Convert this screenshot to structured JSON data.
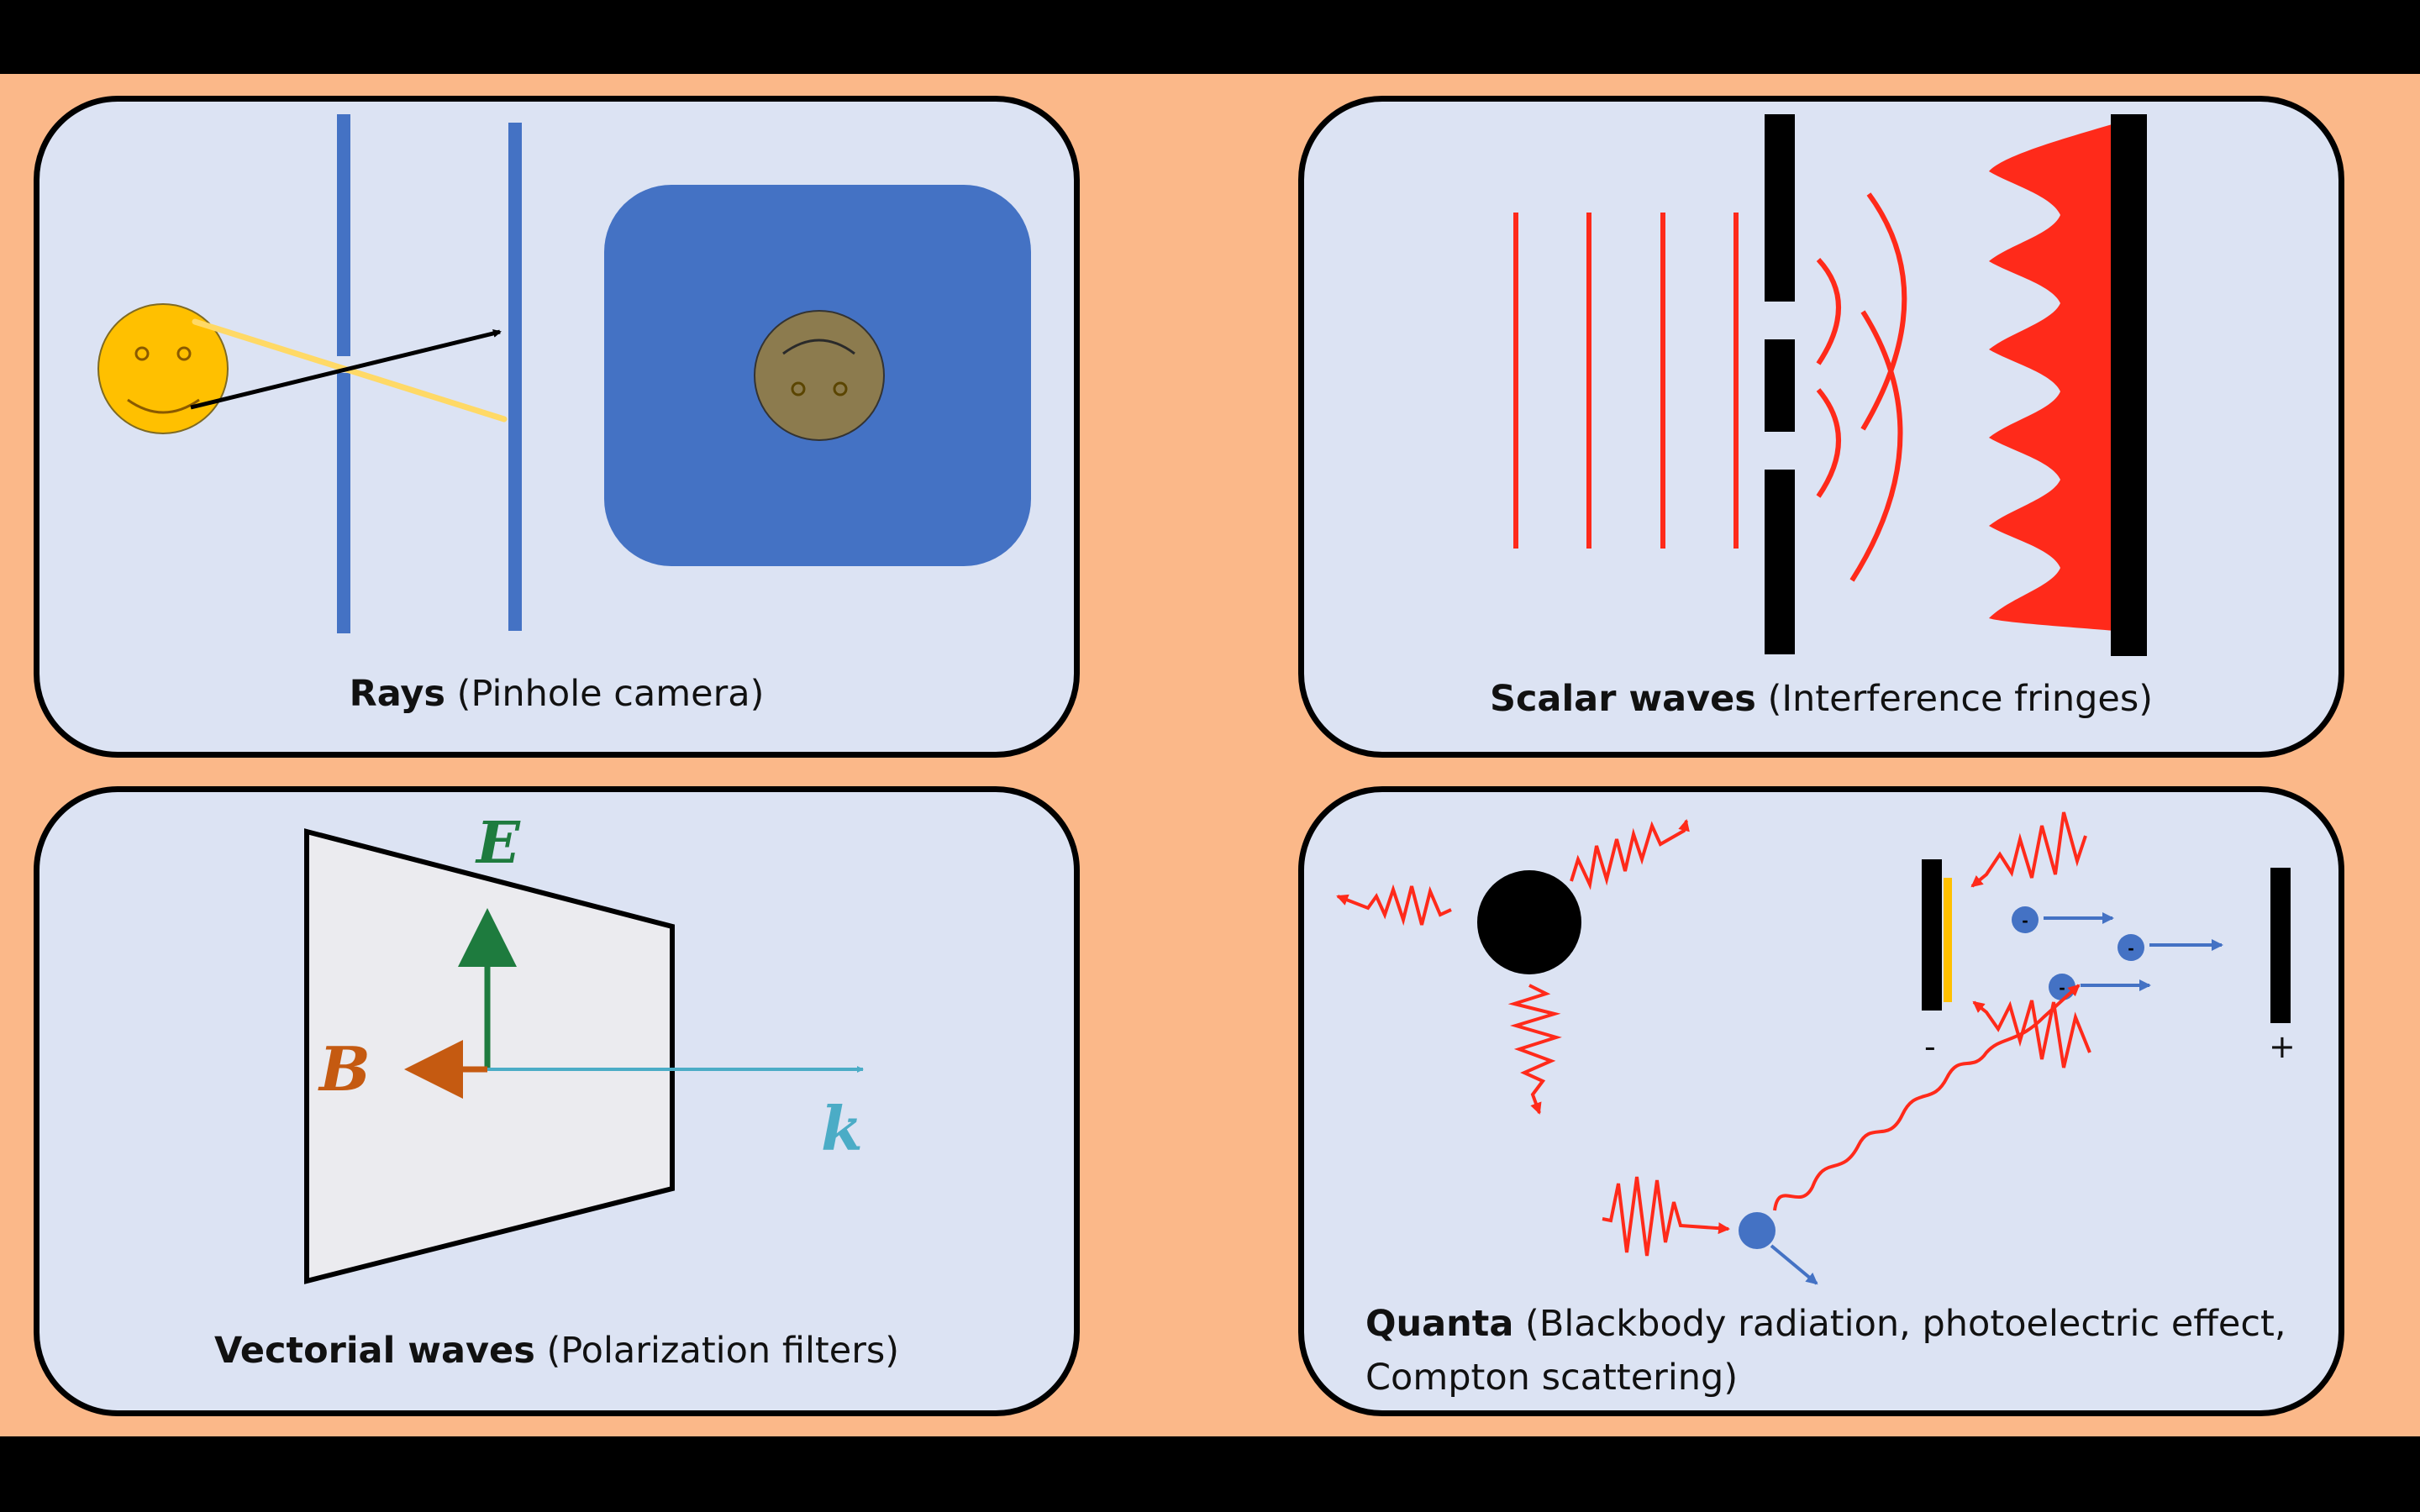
{
  "panels": {
    "rays": {
      "caption_bold": "Rays",
      "caption_rest": " (Pinhole camera)"
    },
    "scalar": {
      "caption_bold": "Scalar waves",
      "caption_rest": " (Interference fringes)"
    },
    "vectorial": {
      "caption_bold": "Vectorial waves",
      "caption_rest": " (Polarization filters)",
      "labels": {
        "E": "E",
        "B": "B",
        "k": "k"
      }
    },
    "quanta": {
      "caption_bold": "Quanta",
      "caption_rest": " (Blackbody radiation, photoelectric effect,",
      "caption_line2": "Compton scattering)",
      "electron_symbol": "-",
      "cathode_sign": "-",
      "anode_sign": "+"
    }
  },
  "colors": {
    "background": "#FBB889",
    "panel": "#DCE3F3",
    "wave": "#FF2A1A",
    "screen_blue": "#4472C4",
    "smiley": "#FFC000",
    "E": "#1E7B3E",
    "B": "#C55A11",
    "k": "#4BACC6"
  }
}
